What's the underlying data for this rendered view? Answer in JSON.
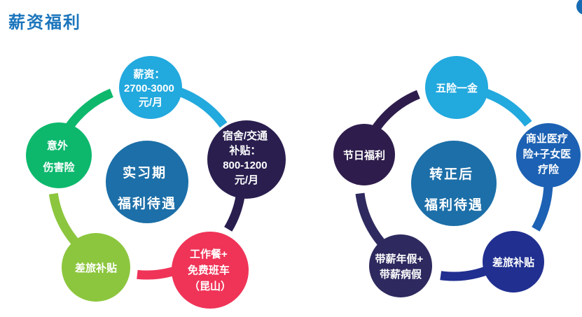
{
  "page": {
    "title": "薪资福利",
    "title_color": "#1B75BC",
    "background": "#FFFFFF"
  },
  "decor": {
    "corner_dot_color": "#176BB3"
  },
  "diagrams": [
    {
      "name": "internship-benefits",
      "center": {
        "color": "#1C6FA8",
        "lines": [
          "实习期",
          "福利待遇"
        ]
      },
      "satellites": [
        {
          "key": "salary",
          "color": "#22A9DE",
          "lines": [
            "薪资：",
            "2700-3000",
            "元/月"
          ]
        },
        {
          "key": "dorm-transport-subsidy",
          "color": "#2A1E4F",
          "lines": [
            "宿舍/交通",
            "补贴：",
            "800-1200",
            "元/月"
          ]
        },
        {
          "key": "meal-shuttle",
          "color": "#EF3457",
          "lines": [
            "工作餐+",
            "免费班车",
            "（昆山）"
          ]
        },
        {
          "key": "travel-subsidy",
          "color": "#8CC63E",
          "lines": [
            "差旅补贴"
          ]
        },
        {
          "key": "accident-insurance",
          "color": "#0DB86D",
          "lines": [
            "意外",
            "伤害险"
          ]
        }
      ]
    },
    {
      "name": "post-probation-benefits",
      "center": {
        "color": "#1C6FA8",
        "lines": [
          "转正后",
          "福利待遇"
        ]
      },
      "satellites": [
        {
          "key": "five-insurances-one-fund",
          "color": "#22A9DE",
          "lines": [
            "五险一金"
          ]
        },
        {
          "key": "commercial-medical",
          "color": "#1C61B3",
          "lines": [
            "商业医疗",
            "险+子女医",
            "疗险"
          ]
        },
        {
          "key": "travel-subsidy",
          "color": "#202F90",
          "lines": [
            "差旅补贴"
          ]
        },
        {
          "key": "paid-leave",
          "color": "#2E2A5F",
          "lines": [
            "带薪年假+",
            "带薪病假"
          ]
        },
        {
          "key": "holiday-benefits",
          "color": "#2E1D4C",
          "lines": [
            "节日福利"
          ]
        }
      ]
    }
  ]
}
